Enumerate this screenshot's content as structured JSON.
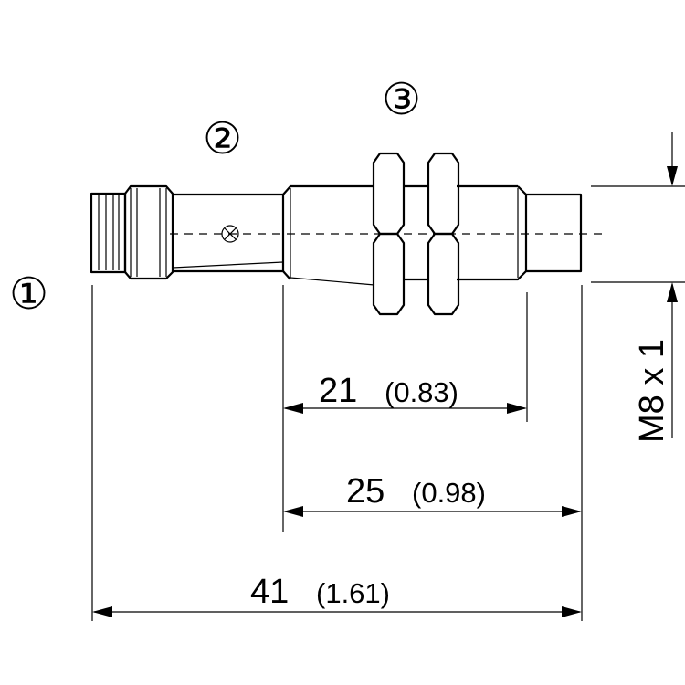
{
  "callouts": {
    "c1": "①",
    "c2": "②",
    "c3": "③"
  },
  "dimensions": {
    "d21": {
      "value": "21",
      "inch": "(0.83)"
    },
    "d25": {
      "value": "25",
      "inch": "(0.98)"
    },
    "d41": {
      "value": "41",
      "inch": "(1.61)"
    },
    "thread": "M8 x 1"
  }
}
